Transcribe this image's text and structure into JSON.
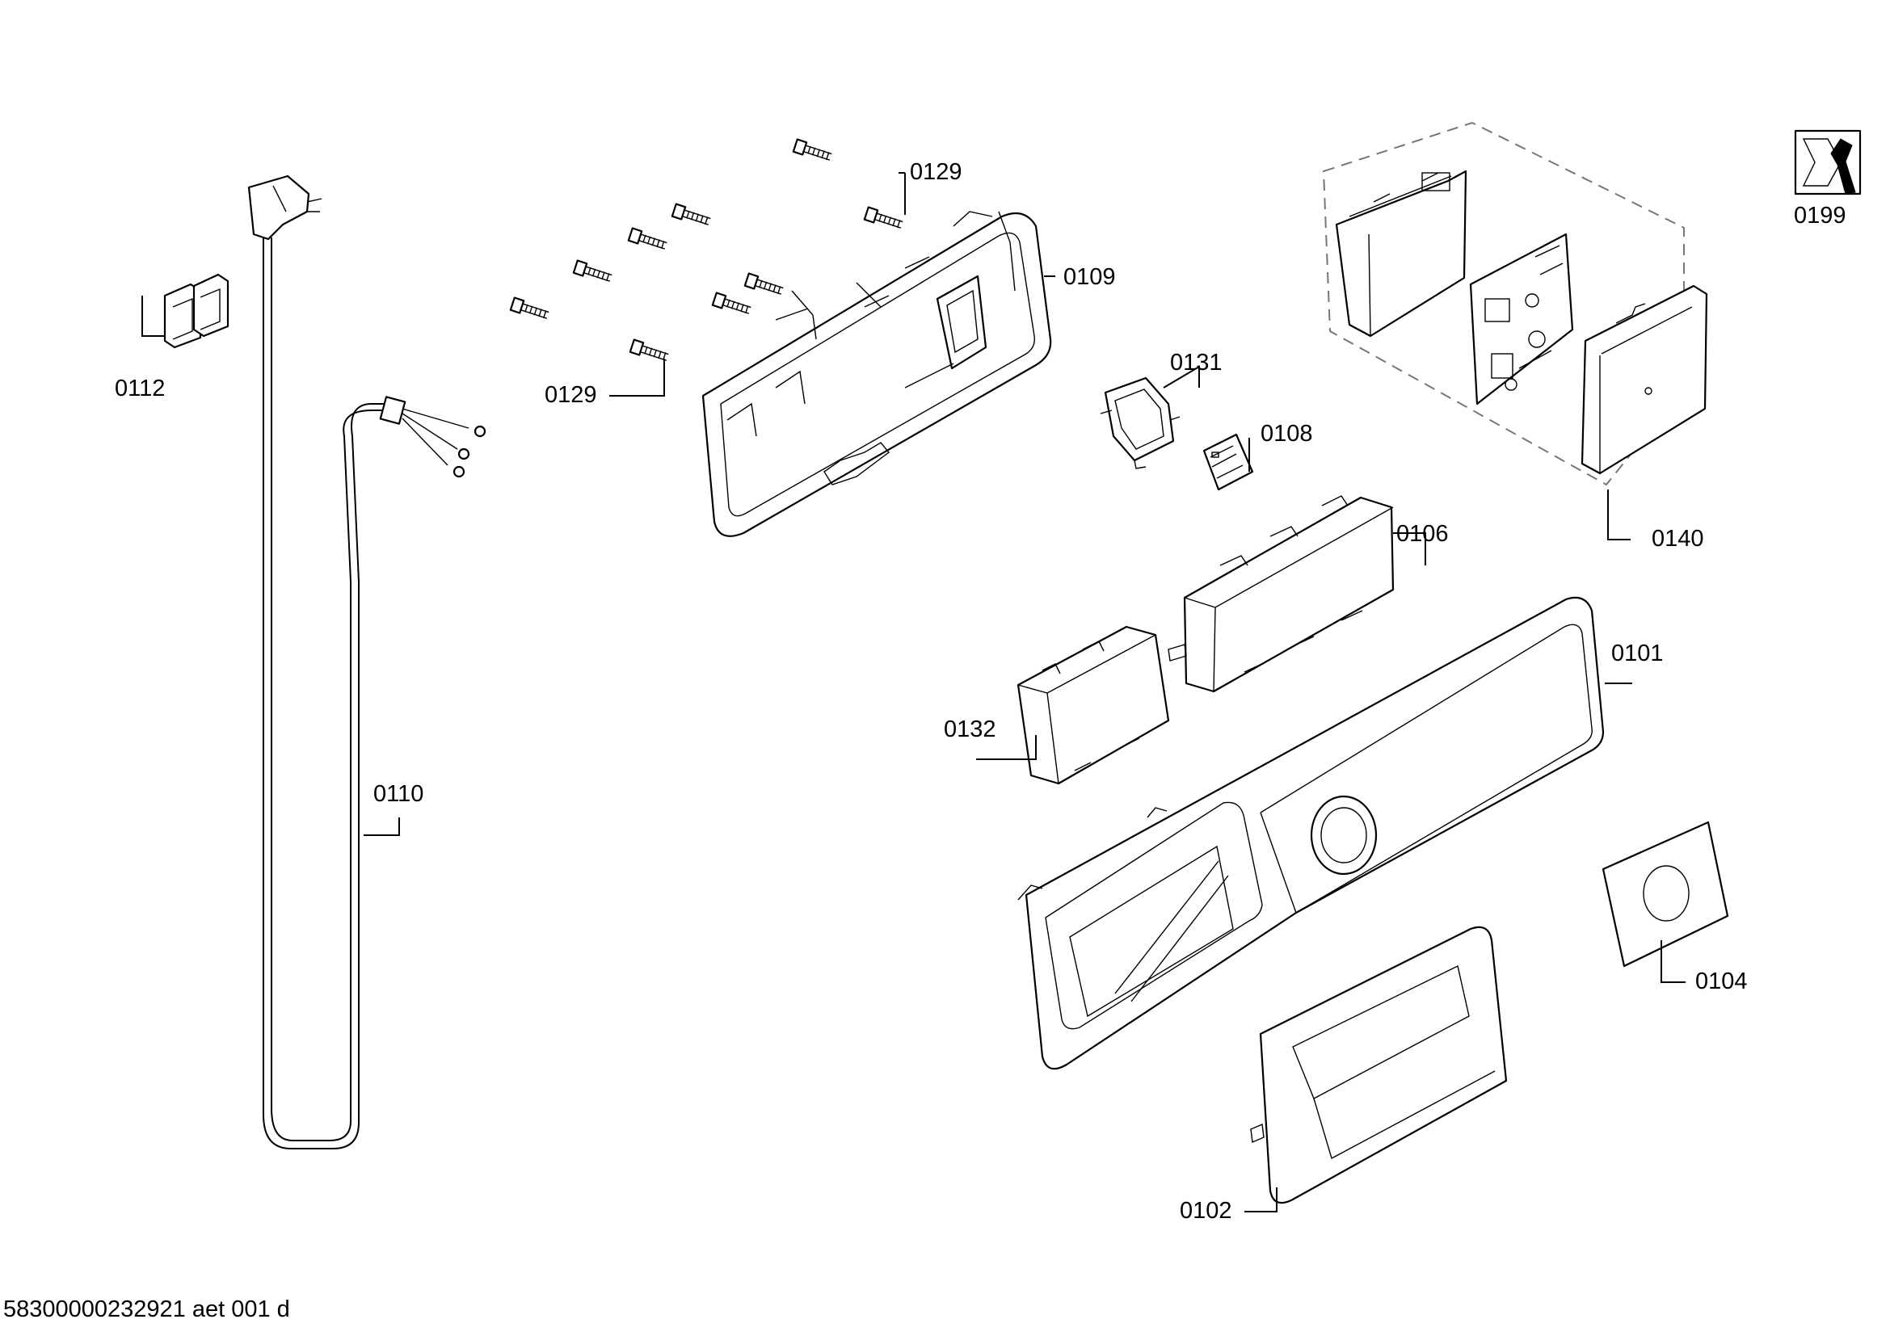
{
  "document_code": "58300000232921 aet 001 d",
  "parts": [
    {
      "id": "p0129a",
      "number": "0129"
    },
    {
      "id": "p0129b",
      "number": "0129"
    },
    {
      "id": "p0109",
      "number": "0109"
    },
    {
      "id": "p0112",
      "number": "0112"
    },
    {
      "id": "p0131",
      "number": "0131"
    },
    {
      "id": "p0108",
      "number": "0108"
    },
    {
      "id": "p0106",
      "number": "0106"
    },
    {
      "id": "p0140",
      "number": "0140"
    },
    {
      "id": "p0199",
      "number": "0199"
    },
    {
      "id": "p0101",
      "number": "0101"
    },
    {
      "id": "p0132",
      "number": "0132"
    },
    {
      "id": "p0110",
      "number": "0110"
    },
    {
      "id": "p0104",
      "number": "0104"
    },
    {
      "id": "p0102",
      "number": "0102"
    }
  ],
  "icons": {
    "service": "wrench-hex-nut-icon"
  }
}
